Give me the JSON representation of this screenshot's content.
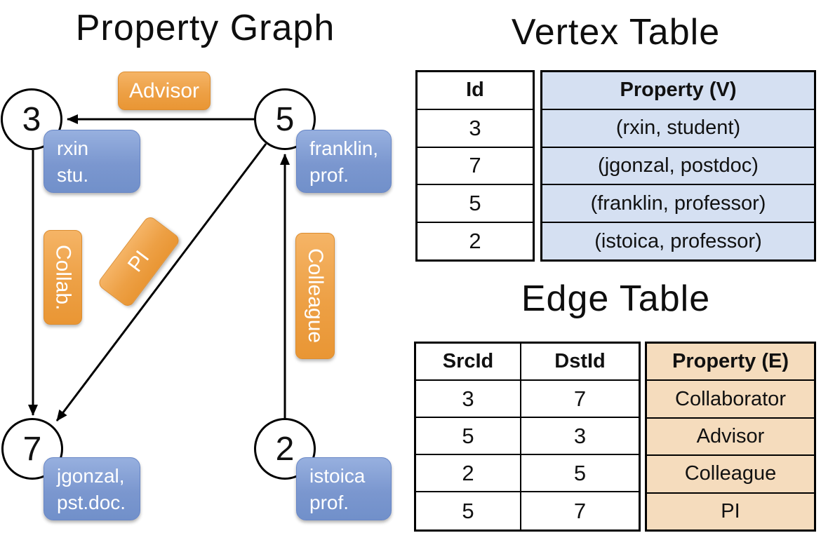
{
  "graph": {
    "title": "Property Graph",
    "nodes": [
      {
        "id": "3",
        "label_lines": [
          "rxin",
          "stu."
        ]
      },
      {
        "id": "5",
        "label_lines": [
          "franklin,",
          "prof."
        ]
      },
      {
        "id": "7",
        "label_lines": [
          "jgonzal,",
          "pst.doc."
        ]
      },
      {
        "id": "2",
        "label_lines": [
          "istoica",
          "prof."
        ]
      }
    ],
    "edges": [
      {
        "src": "5",
        "dst": "3",
        "label": "Advisor"
      },
      {
        "src": "3",
        "dst": "7",
        "label": "Collab."
      },
      {
        "src": "5",
        "dst": "7",
        "label": "PI"
      },
      {
        "src": "2",
        "dst": "5",
        "label": "Colleague"
      }
    ],
    "edge_labels": [
      "Advisor",
      "Collab.",
      "PI",
      "Colleague"
    ]
  },
  "vertex_table": {
    "title": "Vertex Table",
    "columns": [
      "Id",
      "Property (V)"
    ],
    "rows": [
      [
        "3",
        "(rxin, student)"
      ],
      [
        "7",
        "(jgonzal, postdoc)"
      ],
      [
        "5",
        "(franklin, professor)"
      ],
      [
        "2",
        "(istoica, professor)"
      ]
    ]
  },
  "edge_table": {
    "title": "Edge Table",
    "columns": [
      "SrcId",
      "DstId",
      "Property (E)"
    ],
    "rows": [
      [
        "3",
        "7",
        "Collaborator"
      ],
      [
        "5",
        "3",
        "Advisor"
      ],
      [
        "2",
        "5",
        "Colleague"
      ],
      [
        "5",
        "7",
        "PI"
      ]
    ]
  },
  "colors": {
    "edge_label_orange": "#EDA045",
    "vertex_box_blue": "#7B97CF",
    "vertex_property_bg": "#D5E0F2",
    "edge_property_bg": "#F5DCBD",
    "line_black": "#000000"
  }
}
